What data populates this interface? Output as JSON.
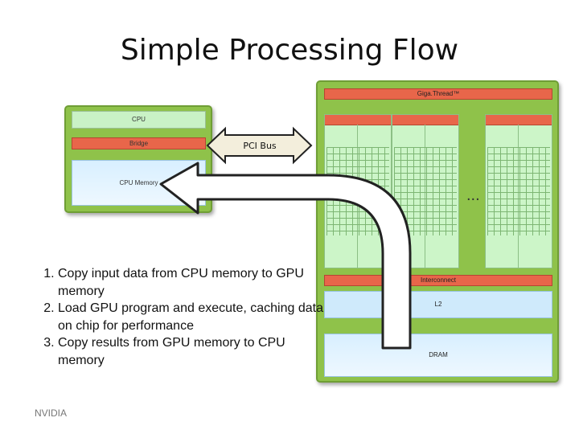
{
  "title": "Simple Processing Flow",
  "host": {
    "cpu": "CPU",
    "bridge": "Bridge",
    "cpu_memory": "CPU Memory"
  },
  "pci_bus": "PCI Bus",
  "gpu": {
    "gigathread": "Giga.Thread™",
    "ellipsis": "...",
    "interconnect": "Interconnect",
    "l2": "L2",
    "dram": "DRAM"
  },
  "steps": [
    "Copy input data from CPU memory to GPU memory",
    "Load GPU program and execute, caching data on chip for performance",
    "Copy results from GPU memory to CPU memory"
  ],
  "footer": "NVIDIA",
  "colors": {
    "board_green": "#8fc24a",
    "red_bar": "#e8664a",
    "light_green": "#c9f2c6",
    "memory_blue": "#d8efff"
  }
}
